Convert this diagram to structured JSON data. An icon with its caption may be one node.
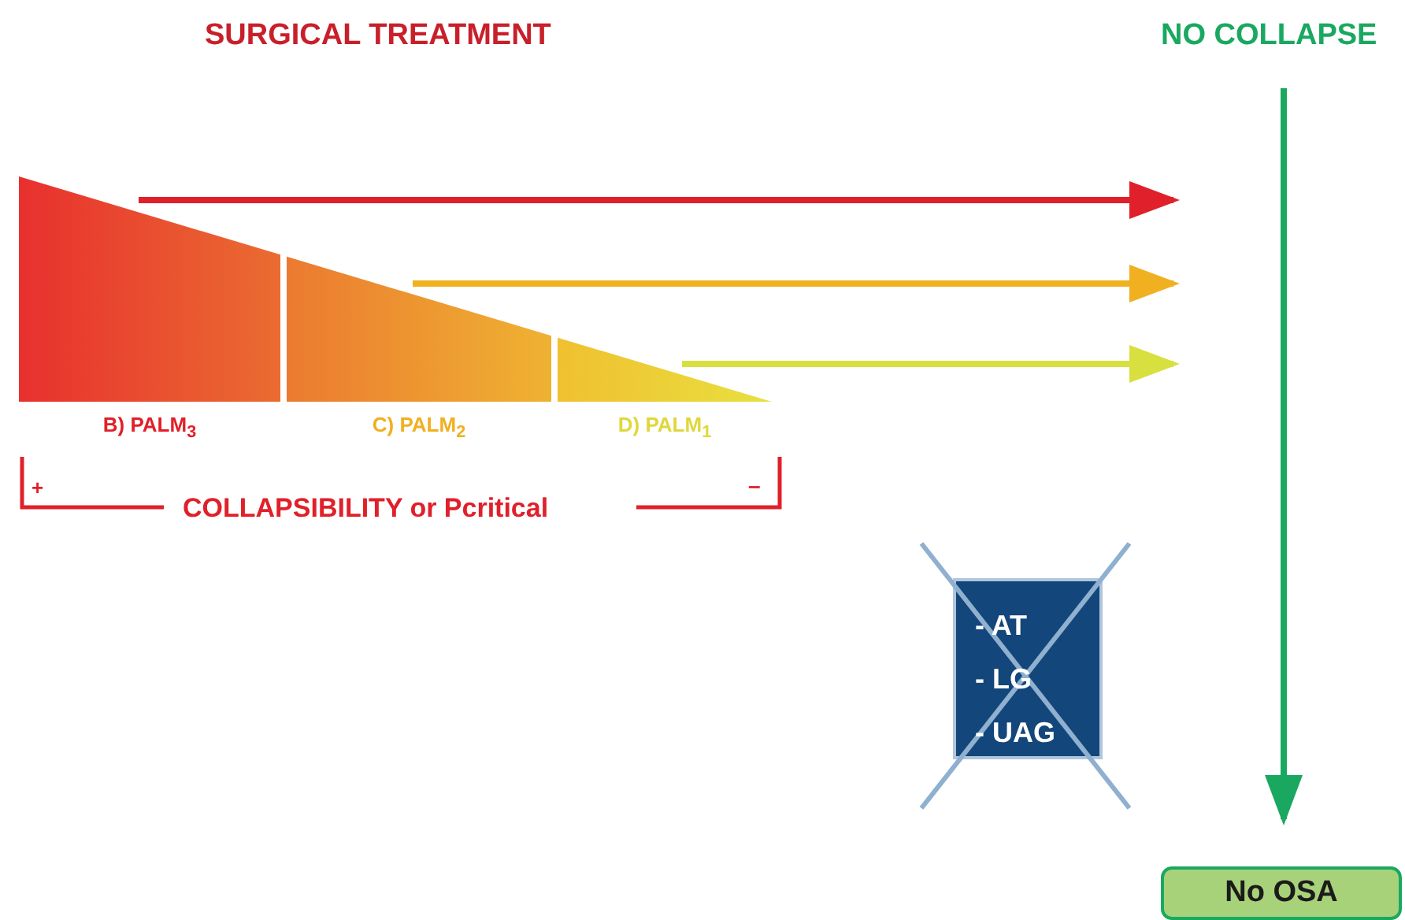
{
  "diagram": {
    "nodes": [
      {
        "text": [
          "B) PALM$_{3}$"
        ]
      },
      {
        "text": [
          "C) PALM$_{2}$"
        ]
      },
      {
        "text": [
          "D) PALM$_{1}$"
        ]
      },
      {
        "text": [
          "NO COLLAPSE"
        ]
      },
      {
        "text": [
          "- AT",
          "- LG",
          "- UAG"
        ]
      },
      {
        "text": [
          "No OSA"
        ]
      }
    ],
    "edges": [
      {
        "from": 0,
        "to": null,
        "arrow": "to",
        "color": "#e0202a"
      },
      {
        "from": 1,
        "to": null,
        "arrow": "to",
        "color": "#f0b020"
      },
      {
        "from": 2,
        "to": null,
        "arrow": "to",
        "color": "#d8e040"
      },
      {
        "from": 3,
        "to": 5,
        "arrow": "to",
        "color": "#1aa860"
      }
    ],
    "labels": [
      "SURGICAL TREATMENT",
      "+",
      "–",
      "COLLAPSIBILITY or Pcritical"
    ]
  }
}
